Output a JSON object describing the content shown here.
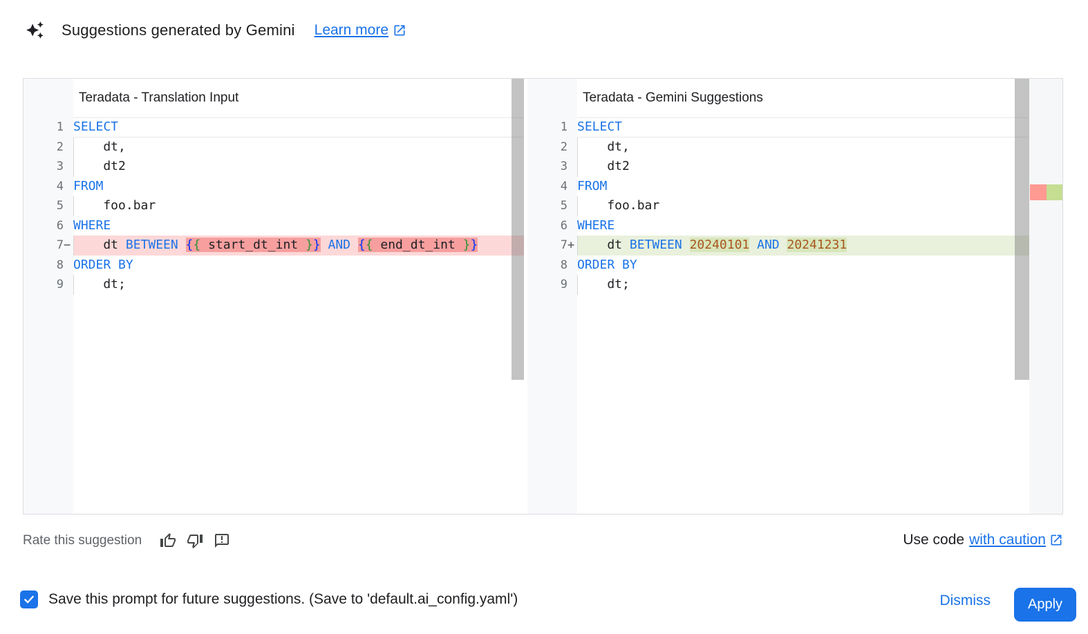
{
  "header": {
    "title": "Suggestions generated by Gemini",
    "learn_more_label": "Learn more"
  },
  "colors": {
    "accent_blue": "#1a73e8",
    "keyword": "#1a73e8",
    "code_text": "#202124",
    "number_literal": "#a8571e",
    "bracket_outer": "#0431fa",
    "bracket_inner": "#319331",
    "removed_line_bg": "#fdd8d8",
    "removed_char_bg": "#f79f9f",
    "added_line_bg": "#e9f0dc",
    "added_char_bg": "#d8e6bc",
    "ruler_removed": "#ff9a92",
    "ruler_added": "#c5de92"
  },
  "diff": {
    "left": {
      "title": "Teradata - Translation Input",
      "lines": [
        {
          "num": "1",
          "sign": "",
          "kind": "current",
          "indent": false,
          "tokens": [
            {
              "t": "SELECT",
              "c": "kw"
            }
          ]
        },
        {
          "num": "2",
          "sign": "",
          "kind": "",
          "indent": true,
          "tokens": [
            {
              "t": "    dt,",
              "c": "pl"
            }
          ]
        },
        {
          "num": "3",
          "sign": "",
          "kind": "",
          "indent": true,
          "tokens": [
            {
              "t": "    dt2",
              "c": "pl"
            }
          ]
        },
        {
          "num": "4",
          "sign": "",
          "kind": "",
          "indent": false,
          "tokens": [
            {
              "t": "FROM",
              "c": "kw"
            }
          ]
        },
        {
          "num": "5",
          "sign": "",
          "kind": "",
          "indent": true,
          "tokens": [
            {
              "t": "    foo.bar",
              "c": "pl"
            }
          ]
        },
        {
          "num": "6",
          "sign": "",
          "kind": "",
          "indent": false,
          "tokens": [
            {
              "t": "WHERE",
              "c": "kw"
            }
          ]
        },
        {
          "num": "7",
          "sign": "−",
          "kind": "removed",
          "indent": true,
          "tokens": [
            {
              "t": "    dt ",
              "c": "pl"
            },
            {
              "t": "BETWEEN",
              "c": "kw"
            },
            {
              "t": " ",
              "c": "pl"
            },
            {
              "t": "{",
              "c": "b1",
              "hl": true
            },
            {
              "t": "{",
              "c": "b2",
              "hl": true
            },
            {
              "t": " start_dt_int ",
              "c": "pl",
              "hl": true
            },
            {
              "t": "}",
              "c": "b2",
              "hl": true
            },
            {
              "t": "}",
              "c": "b1",
              "hl": true
            },
            {
              "t": " ",
              "c": "pl"
            },
            {
              "t": "AND",
              "c": "kw"
            },
            {
              "t": " ",
              "c": "pl"
            },
            {
              "t": "{",
              "c": "b1",
              "hl": true
            },
            {
              "t": "{",
              "c": "b2",
              "hl": true
            },
            {
              "t": " end_dt_int ",
              "c": "pl",
              "hl": true
            },
            {
              "t": "}",
              "c": "b2",
              "hl": true
            },
            {
              "t": "}",
              "c": "b1",
              "hl": true
            }
          ]
        },
        {
          "num": "8",
          "sign": "",
          "kind": "",
          "indent": false,
          "tokens": [
            {
              "t": "ORDER BY",
              "c": "kw"
            }
          ]
        },
        {
          "num": "9",
          "sign": "",
          "kind": "",
          "indent": true,
          "tokens": [
            {
              "t": "    dt;",
              "c": "pl"
            }
          ]
        }
      ]
    },
    "right": {
      "title": "Teradata - Gemini Suggestions",
      "lines": [
        {
          "num": "1",
          "sign": "",
          "kind": "current",
          "indent": false,
          "tokens": [
            {
              "t": "SELECT",
              "c": "kw"
            }
          ]
        },
        {
          "num": "2",
          "sign": "",
          "kind": "",
          "indent": true,
          "tokens": [
            {
              "t": "    dt,",
              "c": "pl"
            }
          ]
        },
        {
          "num": "3",
          "sign": "",
          "kind": "",
          "indent": true,
          "tokens": [
            {
              "t": "    dt2",
              "c": "pl"
            }
          ]
        },
        {
          "num": "4",
          "sign": "",
          "kind": "",
          "indent": false,
          "tokens": [
            {
              "t": "FROM",
              "c": "kw"
            }
          ]
        },
        {
          "num": "5",
          "sign": "",
          "kind": "",
          "indent": true,
          "tokens": [
            {
              "t": "    foo.bar",
              "c": "pl"
            }
          ]
        },
        {
          "num": "6",
          "sign": "",
          "kind": "",
          "indent": false,
          "tokens": [
            {
              "t": "WHERE",
              "c": "kw"
            }
          ]
        },
        {
          "num": "7",
          "sign": "+",
          "kind": "added",
          "indent": true,
          "tokens": [
            {
              "t": "    dt ",
              "c": "pl"
            },
            {
              "t": "BETWEEN",
              "c": "kw"
            },
            {
              "t": " ",
              "c": "pl"
            },
            {
              "t": "20240101",
              "c": "num",
              "hl": true
            },
            {
              "t": " ",
              "c": "pl"
            },
            {
              "t": "AND",
              "c": "kw"
            },
            {
              "t": " ",
              "c": "pl"
            },
            {
              "t": "20241231",
              "c": "num",
              "hl": true
            }
          ]
        },
        {
          "num": "8",
          "sign": "",
          "kind": "",
          "indent": false,
          "tokens": [
            {
              "t": "ORDER BY",
              "c": "kw"
            }
          ]
        },
        {
          "num": "9",
          "sign": "",
          "kind": "",
          "indent": true,
          "tokens": [
            {
              "t": "    dt;",
              "c": "pl"
            }
          ]
        }
      ]
    }
  },
  "rate": {
    "label": "Rate this suggestion",
    "icons": [
      "thumbs-up",
      "thumbs-down",
      "feedback"
    ]
  },
  "use_code": {
    "prefix": "Use code",
    "link_label": "with caution"
  },
  "footer": {
    "checkbox_checked": true,
    "save_label": "Save this prompt for future suggestions. (Save to 'default.ai_config.yaml')",
    "dismiss_label": "Dismiss",
    "apply_label": "Apply"
  }
}
